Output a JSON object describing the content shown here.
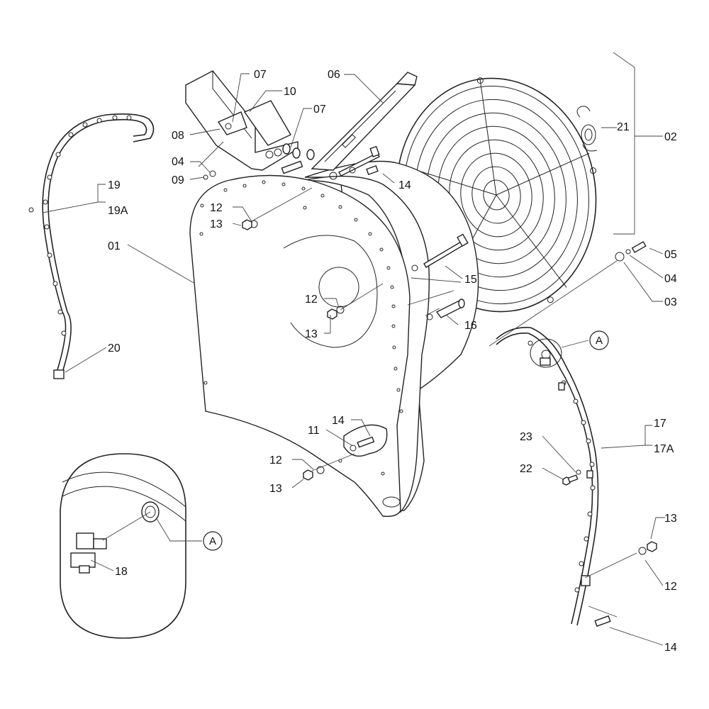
{
  "labels": {
    "l01": "01",
    "l02": "02",
    "l03": "03",
    "l04a": "04",
    "l04b": "04",
    "l05": "05",
    "l06": "06",
    "l07a": "07",
    "l07b": "07",
    "l08": "08",
    "l09": "09",
    "l10": "10",
    "l11": "11",
    "l12a": "12",
    "l12b": "12",
    "l12c": "12",
    "l12d": "12",
    "l13a": "13",
    "l13b": "13",
    "l13c": "13",
    "l13d": "13",
    "l14a": "14",
    "l14b": "14",
    "l14c": "14",
    "l15": "15",
    "l16": "16",
    "l17": "17",
    "l17A": "17A",
    "l18": "18",
    "l19": "19",
    "l19A": "19A",
    "l20": "20",
    "l21": "21",
    "l22": "22",
    "l23": "23"
  },
  "detail_tags": {
    "tagA1": "A",
    "tagA2": "A"
  }
}
